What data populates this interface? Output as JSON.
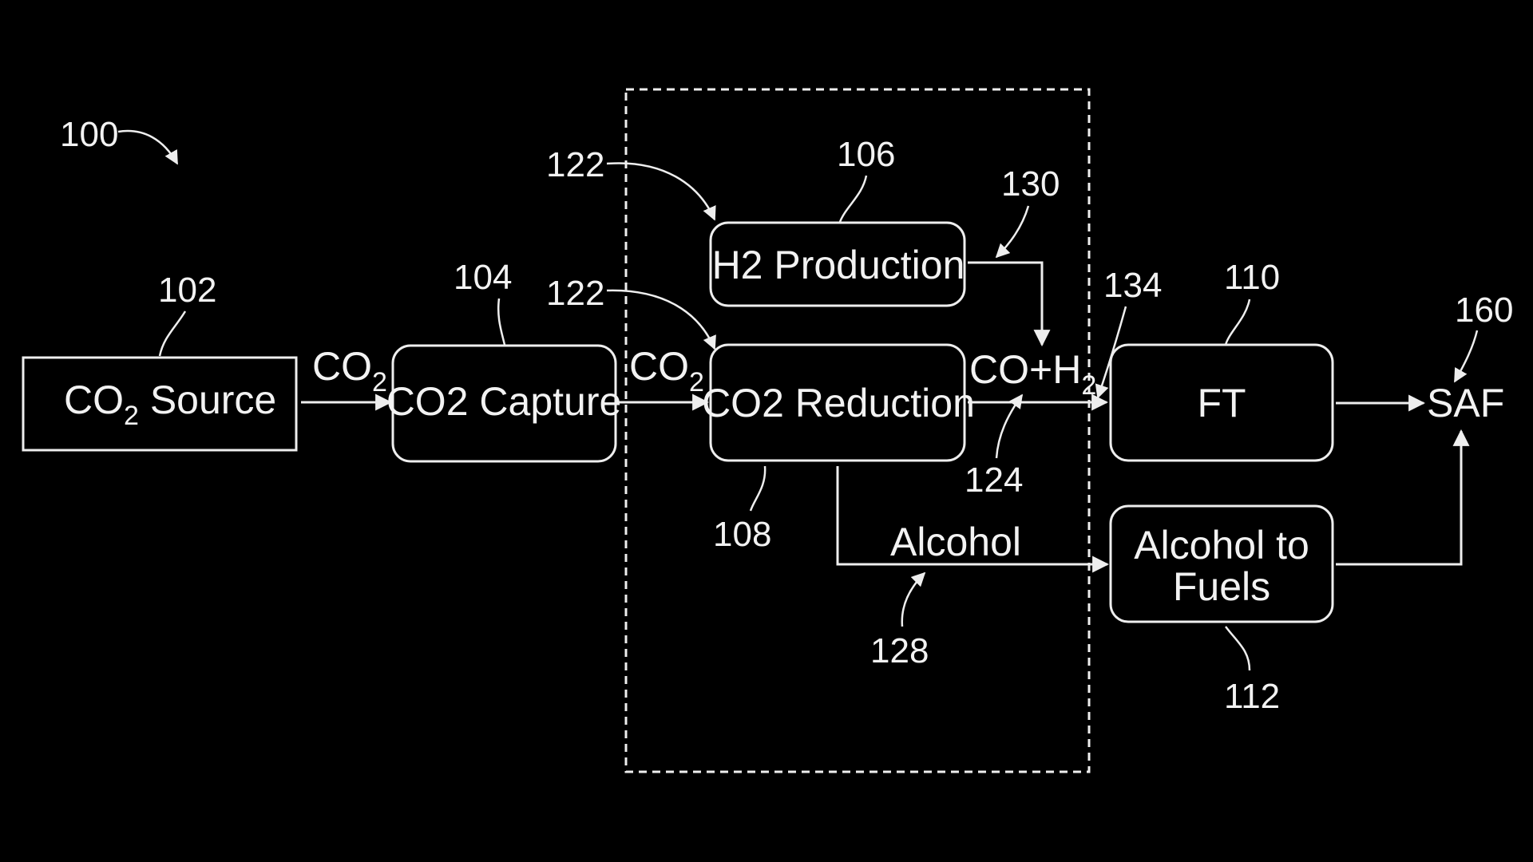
{
  "figure": {
    "ref": "100",
    "boxes": {
      "co2_source": {
        "text": "CO",
        "sub": "2",
        "text_after": " Source",
        "ref": "102"
      },
      "co2_capture": {
        "text": "CO2 Capture",
        "ref": "104"
      },
      "h2_production": {
        "text": "H2 Production",
        "ref": "106"
      },
      "co2_reduction": {
        "text": "CO2 Reduction",
        "ref": "108"
      },
      "ft": {
        "text": "FT",
        "ref": "110"
      },
      "alcohol_to_fuels": {
        "line1": "Alcohol to",
        "line2": "Fuels",
        "ref": "112"
      }
    },
    "flows": {
      "co2_1": {
        "text": "CO",
        "sub": "2"
      },
      "co2_2": {
        "text": "CO",
        "sub": "2"
      },
      "syngas": {
        "text": "CO+H",
        "sub": "2",
        "ref": "124"
      },
      "alcohol": {
        "text": "Alcohol",
        "ref": "128"
      },
      "h2_flow_ref": "130",
      "ft_inlet_ref": "134"
    },
    "reduction_zone_refs": [
      "122",
      "122"
    ],
    "product": {
      "text": "SAF",
      "ref": "160"
    }
  }
}
